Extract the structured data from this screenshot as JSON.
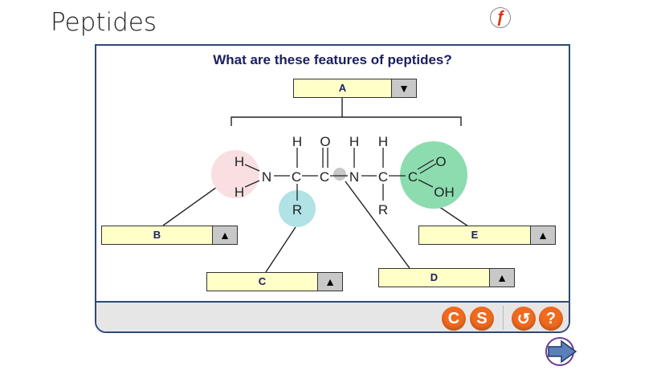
{
  "slide": {
    "title": "Peptides"
  },
  "activity": {
    "question": "What are these features of peptides?",
    "dropdowns": [
      {
        "id": "A",
        "label": "A",
        "arrow": "▼"
      },
      {
        "id": "B",
        "label": "B",
        "arrow": "▲"
      },
      {
        "id": "C",
        "label": "C",
        "arrow": "▲"
      },
      {
        "id": "D",
        "label": "D",
        "arrow": "▲"
      },
      {
        "id": "E",
        "label": "E",
        "arrow": "▲"
      }
    ],
    "molecule": {
      "atoms": {
        "h": "H",
        "n": "N",
        "c": "C",
        "o": "O",
        "oh": "OH",
        "r": "R"
      }
    },
    "footer": {
      "check": "C",
      "solution": "S",
      "reset": "↺",
      "help": "?"
    }
  },
  "colors": {
    "amine": "#f9dfe2",
    "r_group": "#b0e2e6",
    "carboxyl": "#8cdcb0",
    "bond": "#c8c8c8",
    "button": "#f06a1e",
    "border": "#2e4a74"
  }
}
